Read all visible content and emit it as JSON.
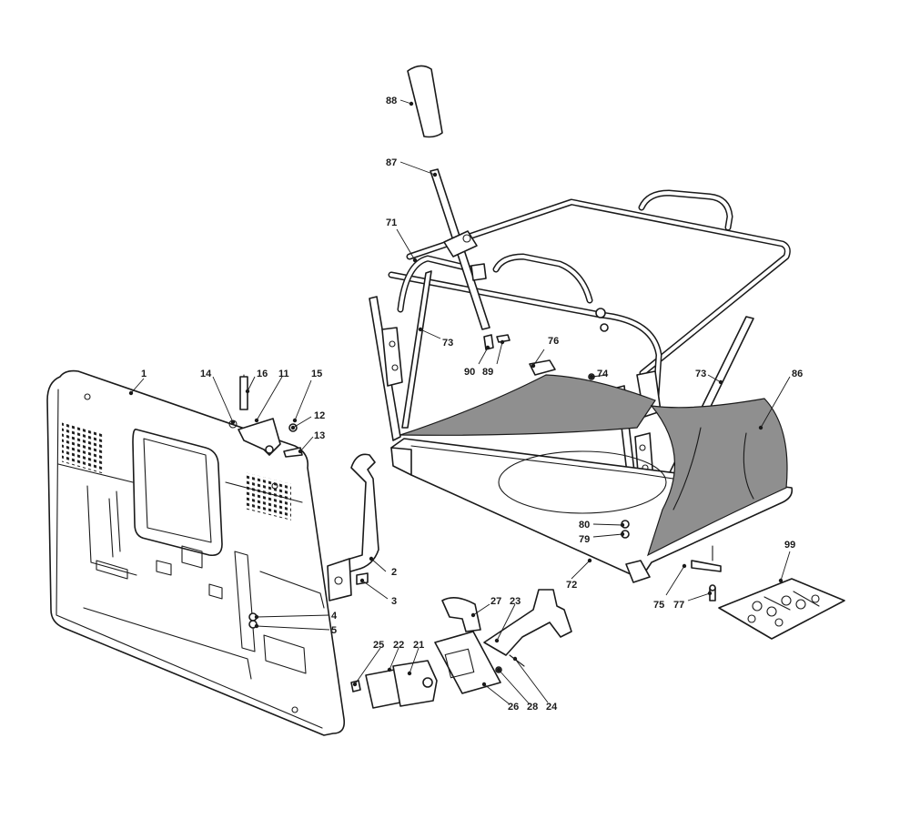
{
  "diagram": {
    "colors": {
      "line": "#1a1a1a",
      "bag": "#8f8f8f",
      "paper": "#ffffff"
    },
    "callouts": [
      {
        "id": "c1",
        "text": "1"
      },
      {
        "id": "c2",
        "text": "2"
      },
      {
        "id": "c3",
        "text": "3"
      },
      {
        "id": "c4",
        "text": "4"
      },
      {
        "id": "c5",
        "text": "5"
      },
      {
        "id": "c11",
        "text": "11"
      },
      {
        "id": "c12",
        "text": "12"
      },
      {
        "id": "c13",
        "text": "13"
      },
      {
        "id": "c14",
        "text": "14"
      },
      {
        "id": "c15",
        "text": "15"
      },
      {
        "id": "c16",
        "text": "16"
      },
      {
        "id": "c21",
        "text": "21"
      },
      {
        "id": "c22",
        "text": "22"
      },
      {
        "id": "c23",
        "text": "23"
      },
      {
        "id": "c24",
        "text": "24"
      },
      {
        "id": "c25",
        "text": "25"
      },
      {
        "id": "c26",
        "text": "26"
      },
      {
        "id": "c27",
        "text": "27"
      },
      {
        "id": "c28",
        "text": "28"
      },
      {
        "id": "c71",
        "text": "71"
      },
      {
        "id": "c72",
        "text": "72"
      },
      {
        "id": "c73a",
        "text": "73"
      },
      {
        "id": "c73b",
        "text": "73"
      },
      {
        "id": "c74",
        "text": "74"
      },
      {
        "id": "c75",
        "text": "75"
      },
      {
        "id": "c76",
        "text": "76"
      },
      {
        "id": "c77",
        "text": "77"
      },
      {
        "id": "c79",
        "text": "79"
      },
      {
        "id": "c80",
        "text": "80"
      },
      {
        "id": "c86",
        "text": "86"
      },
      {
        "id": "c87",
        "text": "87"
      },
      {
        "id": "c88",
        "text": "88"
      },
      {
        "id": "c89",
        "text": "89"
      },
      {
        "id": "c90",
        "text": "90"
      },
      {
        "id": "c99",
        "text": "99"
      }
    ]
  }
}
